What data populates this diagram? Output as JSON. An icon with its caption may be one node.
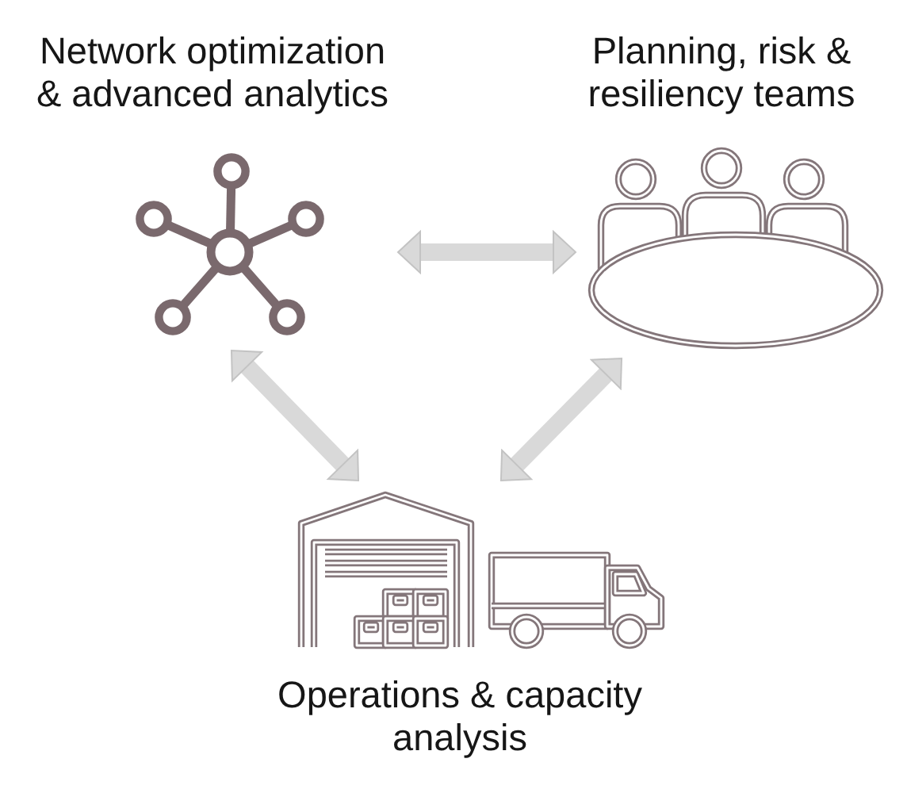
{
  "diagram": {
    "nodes": [
      {
        "text": [
          "Network optimization & advanced analytics"
        ]
      },
      {
        "text": [
          "Planning, risk & resiliency teams"
        ]
      },
      {
        "text": [
          "Operations & capacity analysis"
        ]
      }
    ],
    "edges": [
      {
        "from": 0,
        "to": 1,
        "arrow": "both"
      },
      {
        "from": 0,
        "to": 2,
        "arrow": "both"
      },
      {
        "from": 1,
        "to": 2,
        "arrow": "both"
      }
    ]
  }
}
